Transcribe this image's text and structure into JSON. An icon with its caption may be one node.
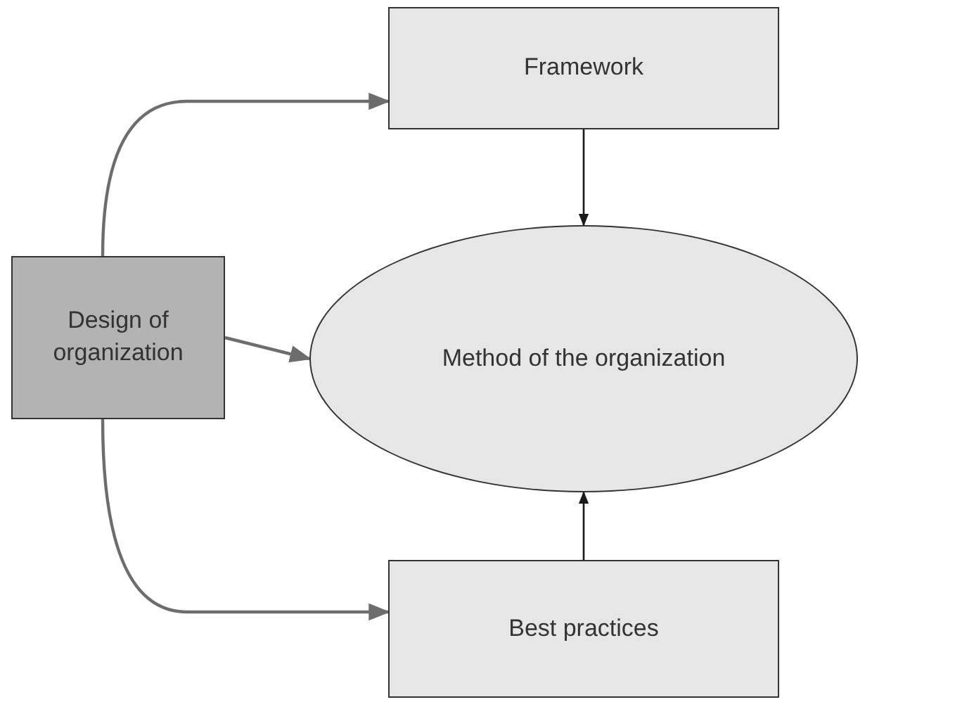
{
  "diagram": {
    "nodes": [
      {
        "text": [
          "Framework"
        ]
      },
      {
        "text": [
          "Design of organization"
        ]
      },
      {
        "text": [
          "Method of the organization"
        ]
      },
      {
        "text": [
          "Best practices"
        ]
      }
    ],
    "edges": [
      {
        "from": 1,
        "to": 0,
        "arrow": "to"
      },
      {
        "from": 1,
        "to": 2,
        "arrow": "to"
      },
      {
        "from": 1,
        "to": 3,
        "arrow": "to"
      },
      {
        "from": 0,
        "to": 2,
        "arrow": "to",
        "color": "#1a1a1a"
      },
      {
        "from": 3,
        "to": 2,
        "arrow": "to",
        "color": "#1a1a1a"
      }
    ]
  }
}
